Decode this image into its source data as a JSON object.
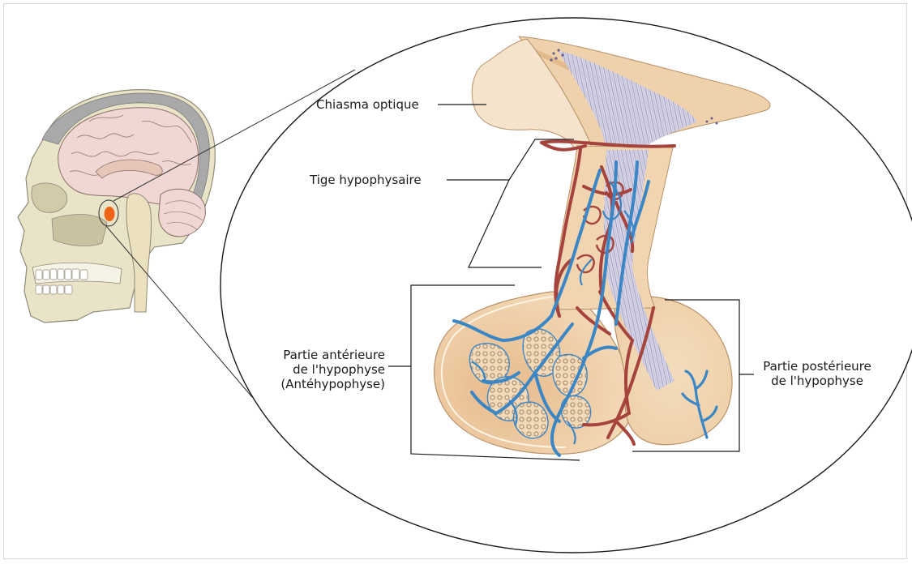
{
  "labels": {
    "chiasma": "Chiasma optique",
    "tige": "Tige hypophysaire",
    "anterior": [
      "Partie antérieure",
      "de l'hypophyse",
      "(Antéhypophyse)"
    ],
    "posterior": [
      "Partie postérieure",
      "de l'hypophyse"
    ]
  },
  "colors": {
    "artery": "#a5433c",
    "vein": "#3b86c4",
    "gland": "#efd2ab",
    "gland_dark": "#e3b98a",
    "nerve_fibers": "#c4c4dc",
    "brain": "#f0d6d2",
    "skull": "#e9e2c8",
    "pituitary_highlight": "#ef6418"
  }
}
